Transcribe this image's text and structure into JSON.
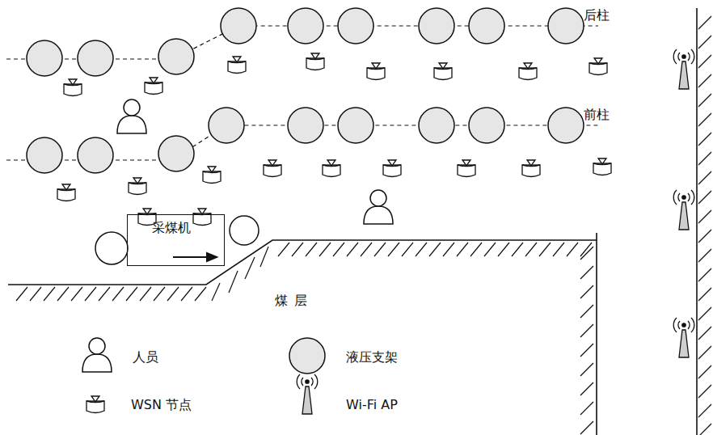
{
  "diagram": {
    "nodes": [
      {
        "text": [
          "采煤机"
        ]
      }
    ],
    "labels": [
      "后柱",
      "前柱",
      "煤层"
    ],
    "legend": [
      {
        "text": "人员"
      },
      {
        "text": "液压支架"
      },
      {
        "text": "WSN 节点"
      },
      {
        "text": "Wi-Fi AP"
      }
    ]
  }
}
